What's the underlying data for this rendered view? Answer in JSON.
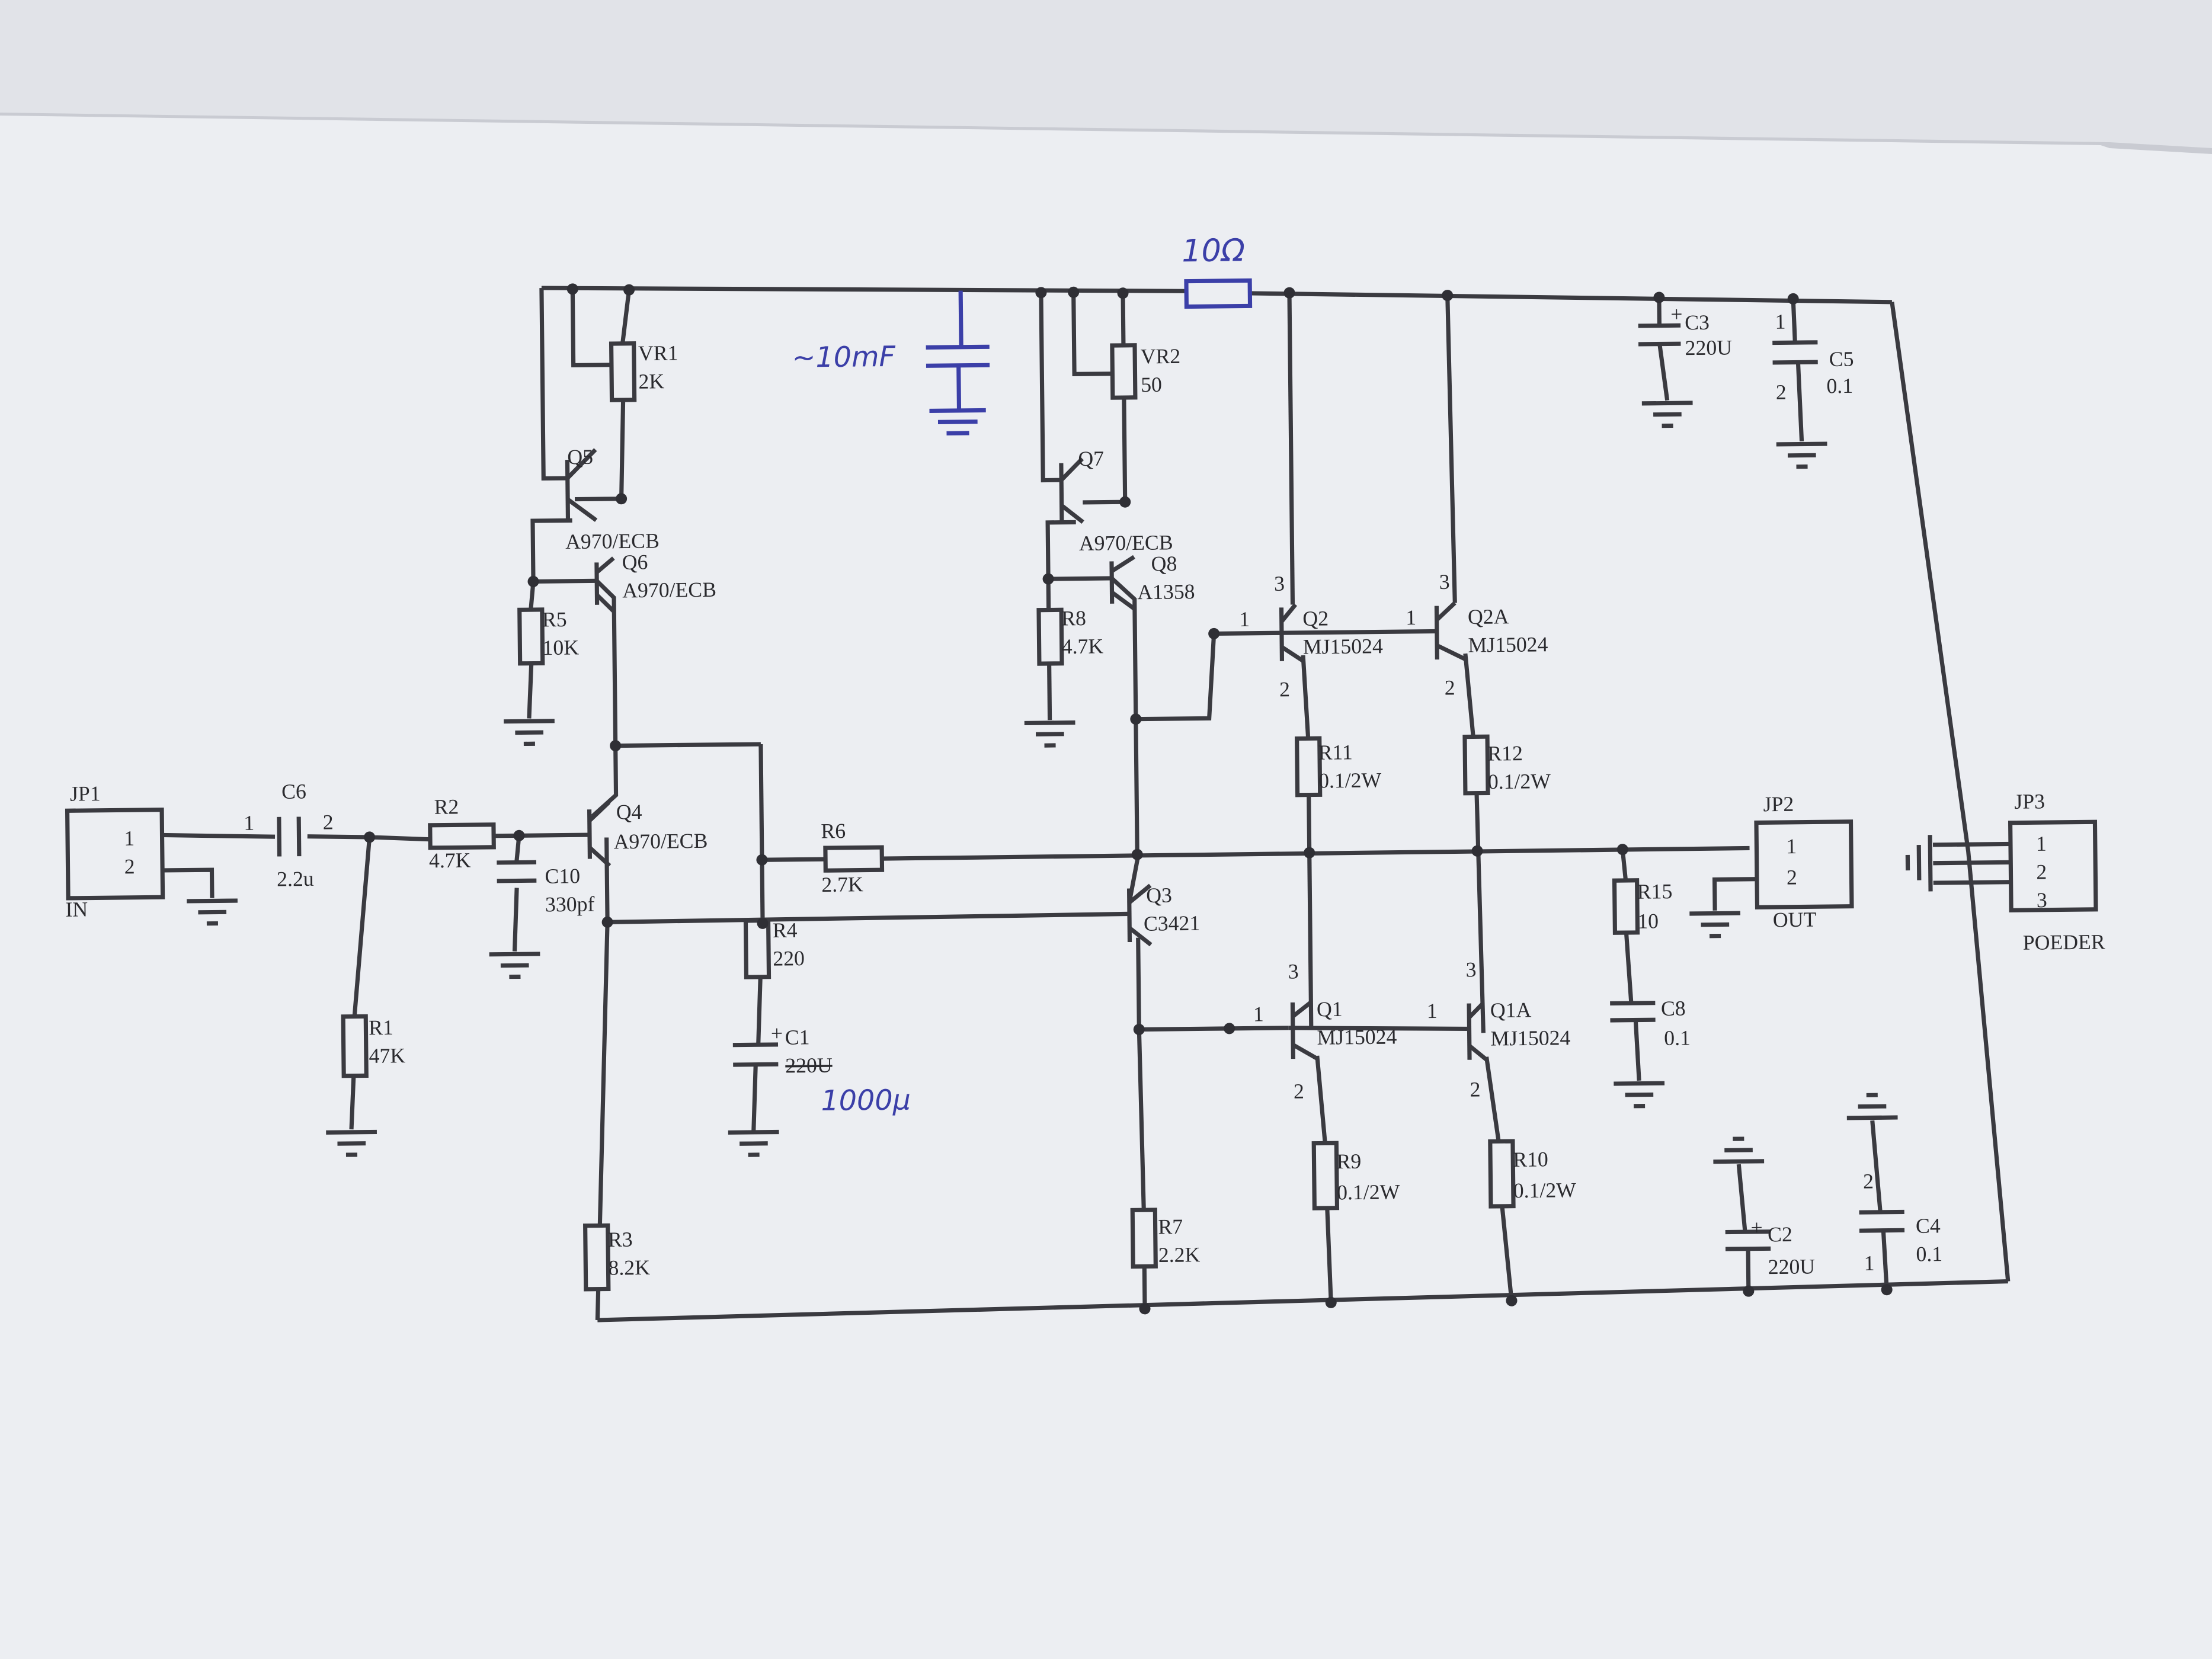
{
  "handwritten": {
    "fuse_value": "10Ω",
    "added_cap": "~10mF",
    "c1_new_value": "1000μ"
  },
  "components": {
    "JP1": {
      "ref": "JP1",
      "pin1": "1",
      "pin2": "2",
      "label": "IN"
    },
    "JP2": {
      "ref": "JP2",
      "pin1": "1",
      "pin2": "2",
      "label": "OUT"
    },
    "JP3": {
      "ref": "JP3",
      "pin1": "1",
      "pin2": "2",
      "pin3": "3",
      "label": "POEDER"
    },
    "C6": {
      "ref": "C6",
      "value": "2.2u",
      "pin1": "1",
      "pin2": "2"
    },
    "R2": {
      "ref": "R2",
      "value": "4.7K"
    },
    "C10": {
      "ref": "C10",
      "value": "330pf"
    },
    "R1": {
      "ref": "R1",
      "value": "47K"
    },
    "VR1": {
      "ref": "VR1",
      "value": "2K"
    },
    "Q5": {
      "ref": "Q5",
      "part": "A970/ECB"
    },
    "Q6": {
      "ref": "Q6",
      "part": "A970/ECB"
    },
    "R5": {
      "ref": "R5",
      "value": "10K"
    },
    "Q4": {
      "ref": "Q4",
      "part": "A970/ECB"
    },
    "R6": {
      "ref": "R6",
      "value": "2.7K"
    },
    "R4": {
      "ref": "R4",
      "value": "220"
    },
    "C1": {
      "ref": "C1",
      "value": "220U",
      "plus": "+"
    },
    "R3": {
      "ref": "R3",
      "value": "8.2K"
    },
    "VR2": {
      "ref": "VR2",
      "value": "50"
    },
    "Q7": {
      "ref": "Q7",
      "part": "A970/ECB"
    },
    "Q8": {
      "ref": "Q8",
      "part": "A1358"
    },
    "R8": {
      "ref": "R8",
      "value": "4.7K"
    },
    "Q3": {
      "ref": "Q3",
      "part": "C3421"
    },
    "R7": {
      "ref": "R7",
      "value": "2.2K"
    },
    "Q2": {
      "ref": "Q2",
      "part": "MJ15024",
      "p1": "1",
      "p2": "2",
      "p3": "3"
    },
    "Q2A": {
      "ref": "Q2A",
      "part": "MJ15024",
      "p1": "1",
      "p2": "2",
      "p3": "3"
    },
    "Q1": {
      "ref": "Q1",
      "part": "MJ15024",
      "p1": "1",
      "p2": "2",
      "p3": "3"
    },
    "Q1A": {
      "ref": "Q1A",
      "part": "MJ15024",
      "p1": "1",
      "p2": "2",
      "p3": "3"
    },
    "R11": {
      "ref": "R11",
      "value": "0.1/2W"
    },
    "R12": {
      "ref": "R12",
      "value": "0.1/2W"
    },
    "R9": {
      "ref": "R9",
      "value": "0.1/2W"
    },
    "R10": {
      "ref": "R10",
      "value": "0.1/2W"
    },
    "R15": {
      "ref": "R15",
      "value": "10"
    },
    "C8": {
      "ref": "C8",
      "value": "0.1"
    },
    "C3": {
      "ref": "C3",
      "value": "220U",
      "plus": "+"
    },
    "C5": {
      "ref": "C5",
      "value": "0.1",
      "p1": "1",
      "p2": "2"
    },
    "C2": {
      "ref": "C2",
      "value": "220U",
      "plus": "+"
    },
    "C4": {
      "ref": "C4",
      "value": "0.1",
      "p1": "1",
      "p2": "2"
    }
  }
}
